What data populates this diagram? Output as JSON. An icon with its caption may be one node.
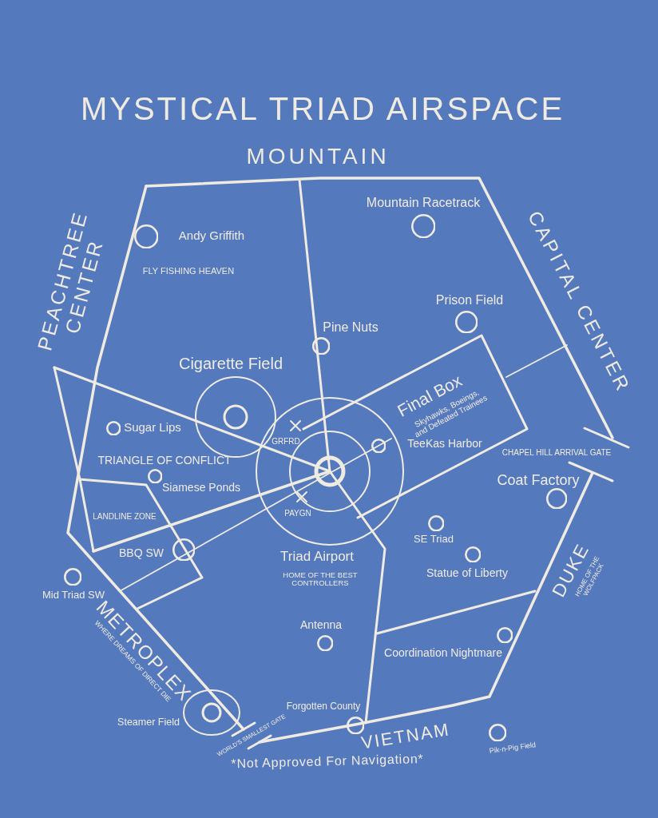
{
  "diagram": {
    "title": "MYSTICAL TRIAD AIRSPACE",
    "caption": "*Not Approved For Navigation*",
    "labels": [
      "MOUNTAIN",
      "PEACHTREE CENTER",
      "Andy Griffith",
      "FLY FISHING HEAVEN",
      "Mountain Racetrack",
      "CAPITAL CENTER",
      "Prison Field",
      "Pine Nuts",
      "Cigarette Field",
      "Final Box",
      "Skyhawks, Boeings, and Defeated Trainees",
      "Sugar Lips",
      "GRFRD",
      "TeeKas Harbor",
      "CHAPEL HILL ARRIVAL GATE",
      "TRIANGLE OF CONFLICT",
      "Siamese Ponds",
      "Coat Factory",
      "LANDLINE ZONE",
      "PAYGN",
      "SE Triad",
      "Triad Airport",
      "HOME OF THE BEST CONTROLLERS",
      "BBQ SW",
      "Statue of Liberty",
      "DUKE",
      "HOME OF THE WOLFPACK",
      "Mid Triad SW",
      "METROPLEX",
      "WHERE DREAMS OF DIRECT DIE",
      "Antenna",
      "Coordination Nightmare",
      "Steamer Field",
      "Forgotten County",
      "WORLD'S SMALLEST GATE",
      "VIETNAM",
      "Pik-n-Pig Field"
    ]
  }
}
